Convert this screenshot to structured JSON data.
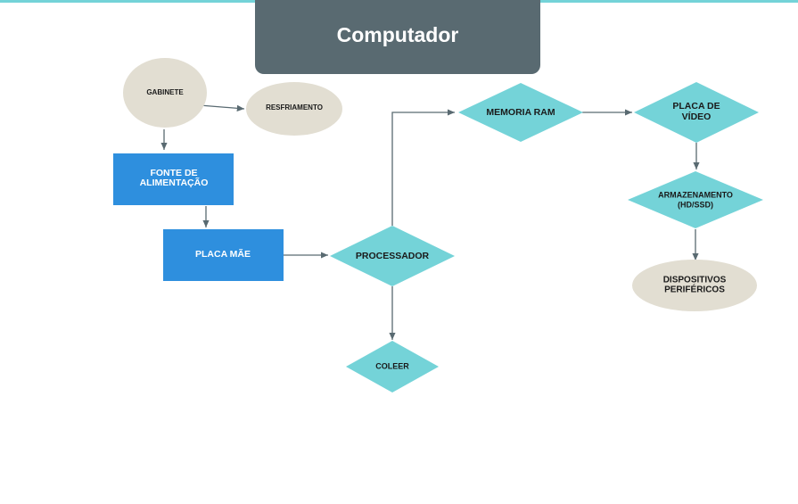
{
  "title": "Computador",
  "colors": {
    "accent_bar": "#74d3d8",
    "title_bg": "#596a71",
    "diamond": "#74d3d8",
    "ellipse": "#e2ded2",
    "box": "#2e8fde",
    "arrow": "#596a71"
  },
  "nodes": {
    "gabinete": "GABINETE",
    "resfriamento": "RESFRIAMENTO",
    "fonte_line1": "FONTE DE",
    "fonte_line2": "ALIMENTAÇÃO",
    "placa_mae": "PLACA MÃE",
    "processador": "PROCESSADOR",
    "coleer": "COLEER",
    "memoria_ram": "MEMORIA RAM",
    "placa_video_line1": "PLACA DE",
    "placa_video_line2": "VÍDEO",
    "armazenamento_line1": "ARMAZENAMENTO",
    "armazenamento_line2": "(HD/SSD)",
    "dispositivos_line1": "DISPOSITIVOS",
    "dispositivos_line2": "PERIFÉRICOS"
  },
  "edges": [
    [
      "gabinete",
      "resfriamento"
    ],
    [
      "gabinete",
      "fonte"
    ],
    [
      "fonte",
      "placa_mae"
    ],
    [
      "placa_mae",
      "processador"
    ],
    [
      "processador",
      "coleer"
    ],
    [
      "processador",
      "memoria_ram"
    ],
    [
      "memoria_ram",
      "placa_video"
    ],
    [
      "placa_video",
      "armazenamento"
    ],
    [
      "armazenamento",
      "dispositivos"
    ]
  ]
}
